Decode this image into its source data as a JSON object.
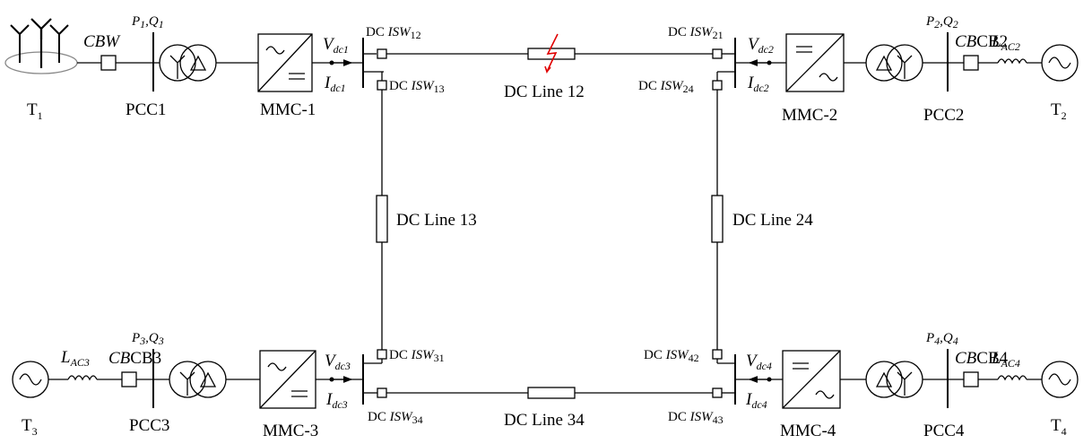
{
  "wind_farm": {
    "label": "T",
    "sub": "1",
    "breaker": "CBW"
  },
  "grid2": {
    "label": "T",
    "sub": "2"
  },
  "grid3": {
    "label": "T",
    "sub": "3"
  },
  "grid4": {
    "label": "T",
    "sub": "4"
  },
  "pcc1": {
    "label": "PCC1",
    "p": "P",
    "ps": "1",
    "q": "Q",
    "qs": "1"
  },
  "pcc2": {
    "label": "PCC2",
    "p": "P",
    "ps": "2",
    "q": "Q",
    "qs": "2",
    "breaker": "CB2",
    "l": "L",
    "ls": "AC2"
  },
  "pcc3": {
    "label": "PCC3",
    "p": "P",
    "ps": "3",
    "q": "Q",
    "qs": "3",
    "breaker": "CB3",
    "l": "L",
    "ls": "AC3"
  },
  "pcc4": {
    "label": "PCC4",
    "p": "P",
    "ps": "4",
    "q": "Q",
    "qs": "4",
    "breaker": "CB4",
    "l": "L",
    "ls": "AC4"
  },
  "mmc1": {
    "label": "MMC-1",
    "v": "V",
    "vs": "dc1",
    "i": "I",
    "is": "dc1"
  },
  "mmc2": {
    "label": "MMC-2",
    "v": "V",
    "vs": "dc2",
    "i": "I",
    "is": "dc2"
  },
  "mmc3": {
    "label": "MMC-3",
    "v": "V",
    "vs": "dc3",
    "i": "I",
    "is": "dc3"
  },
  "mmc4": {
    "label": "MMC-4",
    "v": "V",
    "vs": "dc4",
    "i": "I",
    "is": "dc4"
  },
  "switches": {
    "prefix": "DC ",
    "isw": "ISW",
    "s12": "12",
    "s13": "13",
    "s21": "21",
    "s24": "24",
    "s31": "31",
    "s34": "34",
    "s42": "42",
    "s43": "43"
  },
  "lines": {
    "l12": "DC Line 12",
    "l13": "DC Line 13",
    "l24": "DC Line 24",
    "l34": "DC Line 34"
  },
  "fault": {
    "color": "#e00000"
  }
}
